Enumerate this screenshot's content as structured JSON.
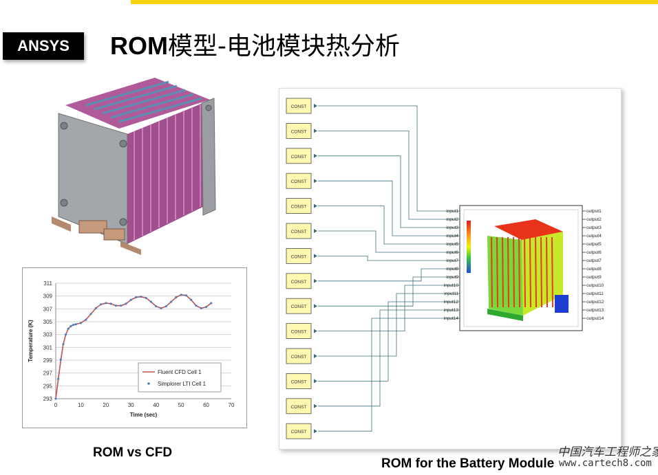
{
  "header": {
    "logo_text": "ANSYS",
    "title_en": "ROM",
    "title_cn": "模型-电池模块热分析",
    "accent_color": "#f7d312"
  },
  "left_chart": {
    "caption": "ROM vs CFD",
    "legend": [
      "Fluent CFD Cell 1",
      "Simplorer LTI Cell 1"
    ]
  },
  "chart_data": {
    "type": "line",
    "xlabel": "Time (sec)",
    "ylabel": "Temperature (K)",
    "xlim": [
      0,
      70
    ],
    "ylim": [
      293,
      311
    ],
    "xticks": [
      "0",
      "10",
      "20",
      "30",
      "40",
      "50",
      "60",
      "70"
    ],
    "yticks": [
      "293",
      "295",
      "297",
      "299",
      "301",
      "303",
      "305",
      "307",
      "309",
      "311"
    ],
    "grid": true,
    "legend_position": "bottom-right",
    "series": [
      {
        "name": "Fluent CFD Cell 1",
        "color": "#c0504d",
        "style": "line",
        "x": [
          0,
          1,
          2,
          3,
          4,
          5,
          6,
          7,
          8,
          10,
          12,
          14,
          16,
          18,
          20,
          22,
          24,
          26,
          28,
          30,
          32,
          34,
          36,
          38,
          40,
          42,
          44,
          46,
          48,
          50,
          52,
          54,
          56,
          58,
          60,
          62
        ],
        "y": [
          293,
          296,
          299,
          301.5,
          303,
          303.9,
          304.3,
          304.5,
          304.6,
          304.8,
          305.3,
          306.2,
          307.1,
          307.7,
          307.9,
          307.8,
          307.5,
          307.5,
          307.8,
          308.4,
          308.8,
          308.9,
          308.7,
          308.1,
          307.4,
          307.1,
          307.4,
          308.1,
          308.8,
          309.2,
          309.1,
          308.4,
          307.5,
          307.1,
          307.3,
          307.9
        ]
      },
      {
        "name": "Simplorer LTI Cell 1",
        "color": "#4f81bd",
        "style": "dots",
        "x": [
          0,
          1,
          2,
          3,
          4,
          5,
          6,
          7,
          8,
          10,
          12,
          14,
          16,
          18,
          20,
          22,
          24,
          26,
          28,
          30,
          32,
          34,
          36,
          38,
          40,
          42,
          44,
          46,
          48,
          50,
          52,
          54,
          56,
          58,
          60,
          62
        ],
        "y": [
          293,
          296.1,
          299.1,
          301.5,
          303,
          303.9,
          304.3,
          304.5,
          304.6,
          304.8,
          305.3,
          306.2,
          307.1,
          307.7,
          307.9,
          307.8,
          307.5,
          307.5,
          307.8,
          308.4,
          308.8,
          308.9,
          308.7,
          308.1,
          307.4,
          307.1,
          307.4,
          308.1,
          308.8,
          309.2,
          309.1,
          308.4,
          307.5,
          307.1,
          307.3,
          307.9
        ]
      }
    ]
  },
  "schematic": {
    "caption": "ROM for the Battery Module",
    "const_labels": [
      "CONST",
      "CONST",
      "CONST",
      "CONST",
      "CONST",
      "CONST",
      "CONST",
      "CONST",
      "CONST",
      "CONST",
      "CONST",
      "CONST",
      "CONST",
      "CONST"
    ],
    "inputs": [
      "input1",
      "input2",
      "input3",
      "input4",
      "input5",
      "input6",
      "input7",
      "input8",
      "input9",
      "input10",
      "input11",
      "input12",
      "input13",
      "input14"
    ],
    "outputs": [
      "output1",
      "output2",
      "output3",
      "output4",
      "output5",
      "output6",
      "output7",
      "output8",
      "output9",
      "output10",
      "output11",
      "output12",
      "output13",
      "output14"
    ]
  },
  "watermark": {
    "cn": "中国汽车工程师之家",
    "en": "www.cartech8.com"
  }
}
